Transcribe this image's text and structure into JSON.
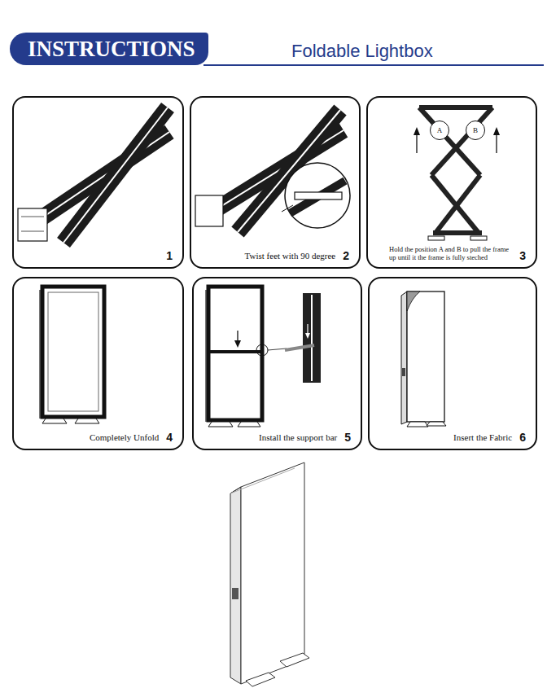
{
  "diagram": {
    "title": "INSTRUCTIONS",
    "nodes": [
      {
        "text": [
          "1"
        ]
      },
      {
        "text": [
          "Twist feet with 90 degree",
          "2"
        ]
      },
      {
        "text": [
          "Hold the position A and B to pull the frame up until it the frame is fully steched",
          "3"
        ]
      },
      {
        "text": [
          "A"
        ],
        "in": 2
      },
      {
        "text": [
          "B"
        ],
        "in": 2
      },
      {
        "text": [
          "Completely Unfold",
          "4"
        ]
      },
      {
        "text": [
          "Install the support bar",
          "5"
        ]
      },
      {
        "text": [
          "Insert the Fabric",
          "6"
        ]
      }
    ],
    "labels": [
      "Foldable Lightbox"
    ]
  }
}
